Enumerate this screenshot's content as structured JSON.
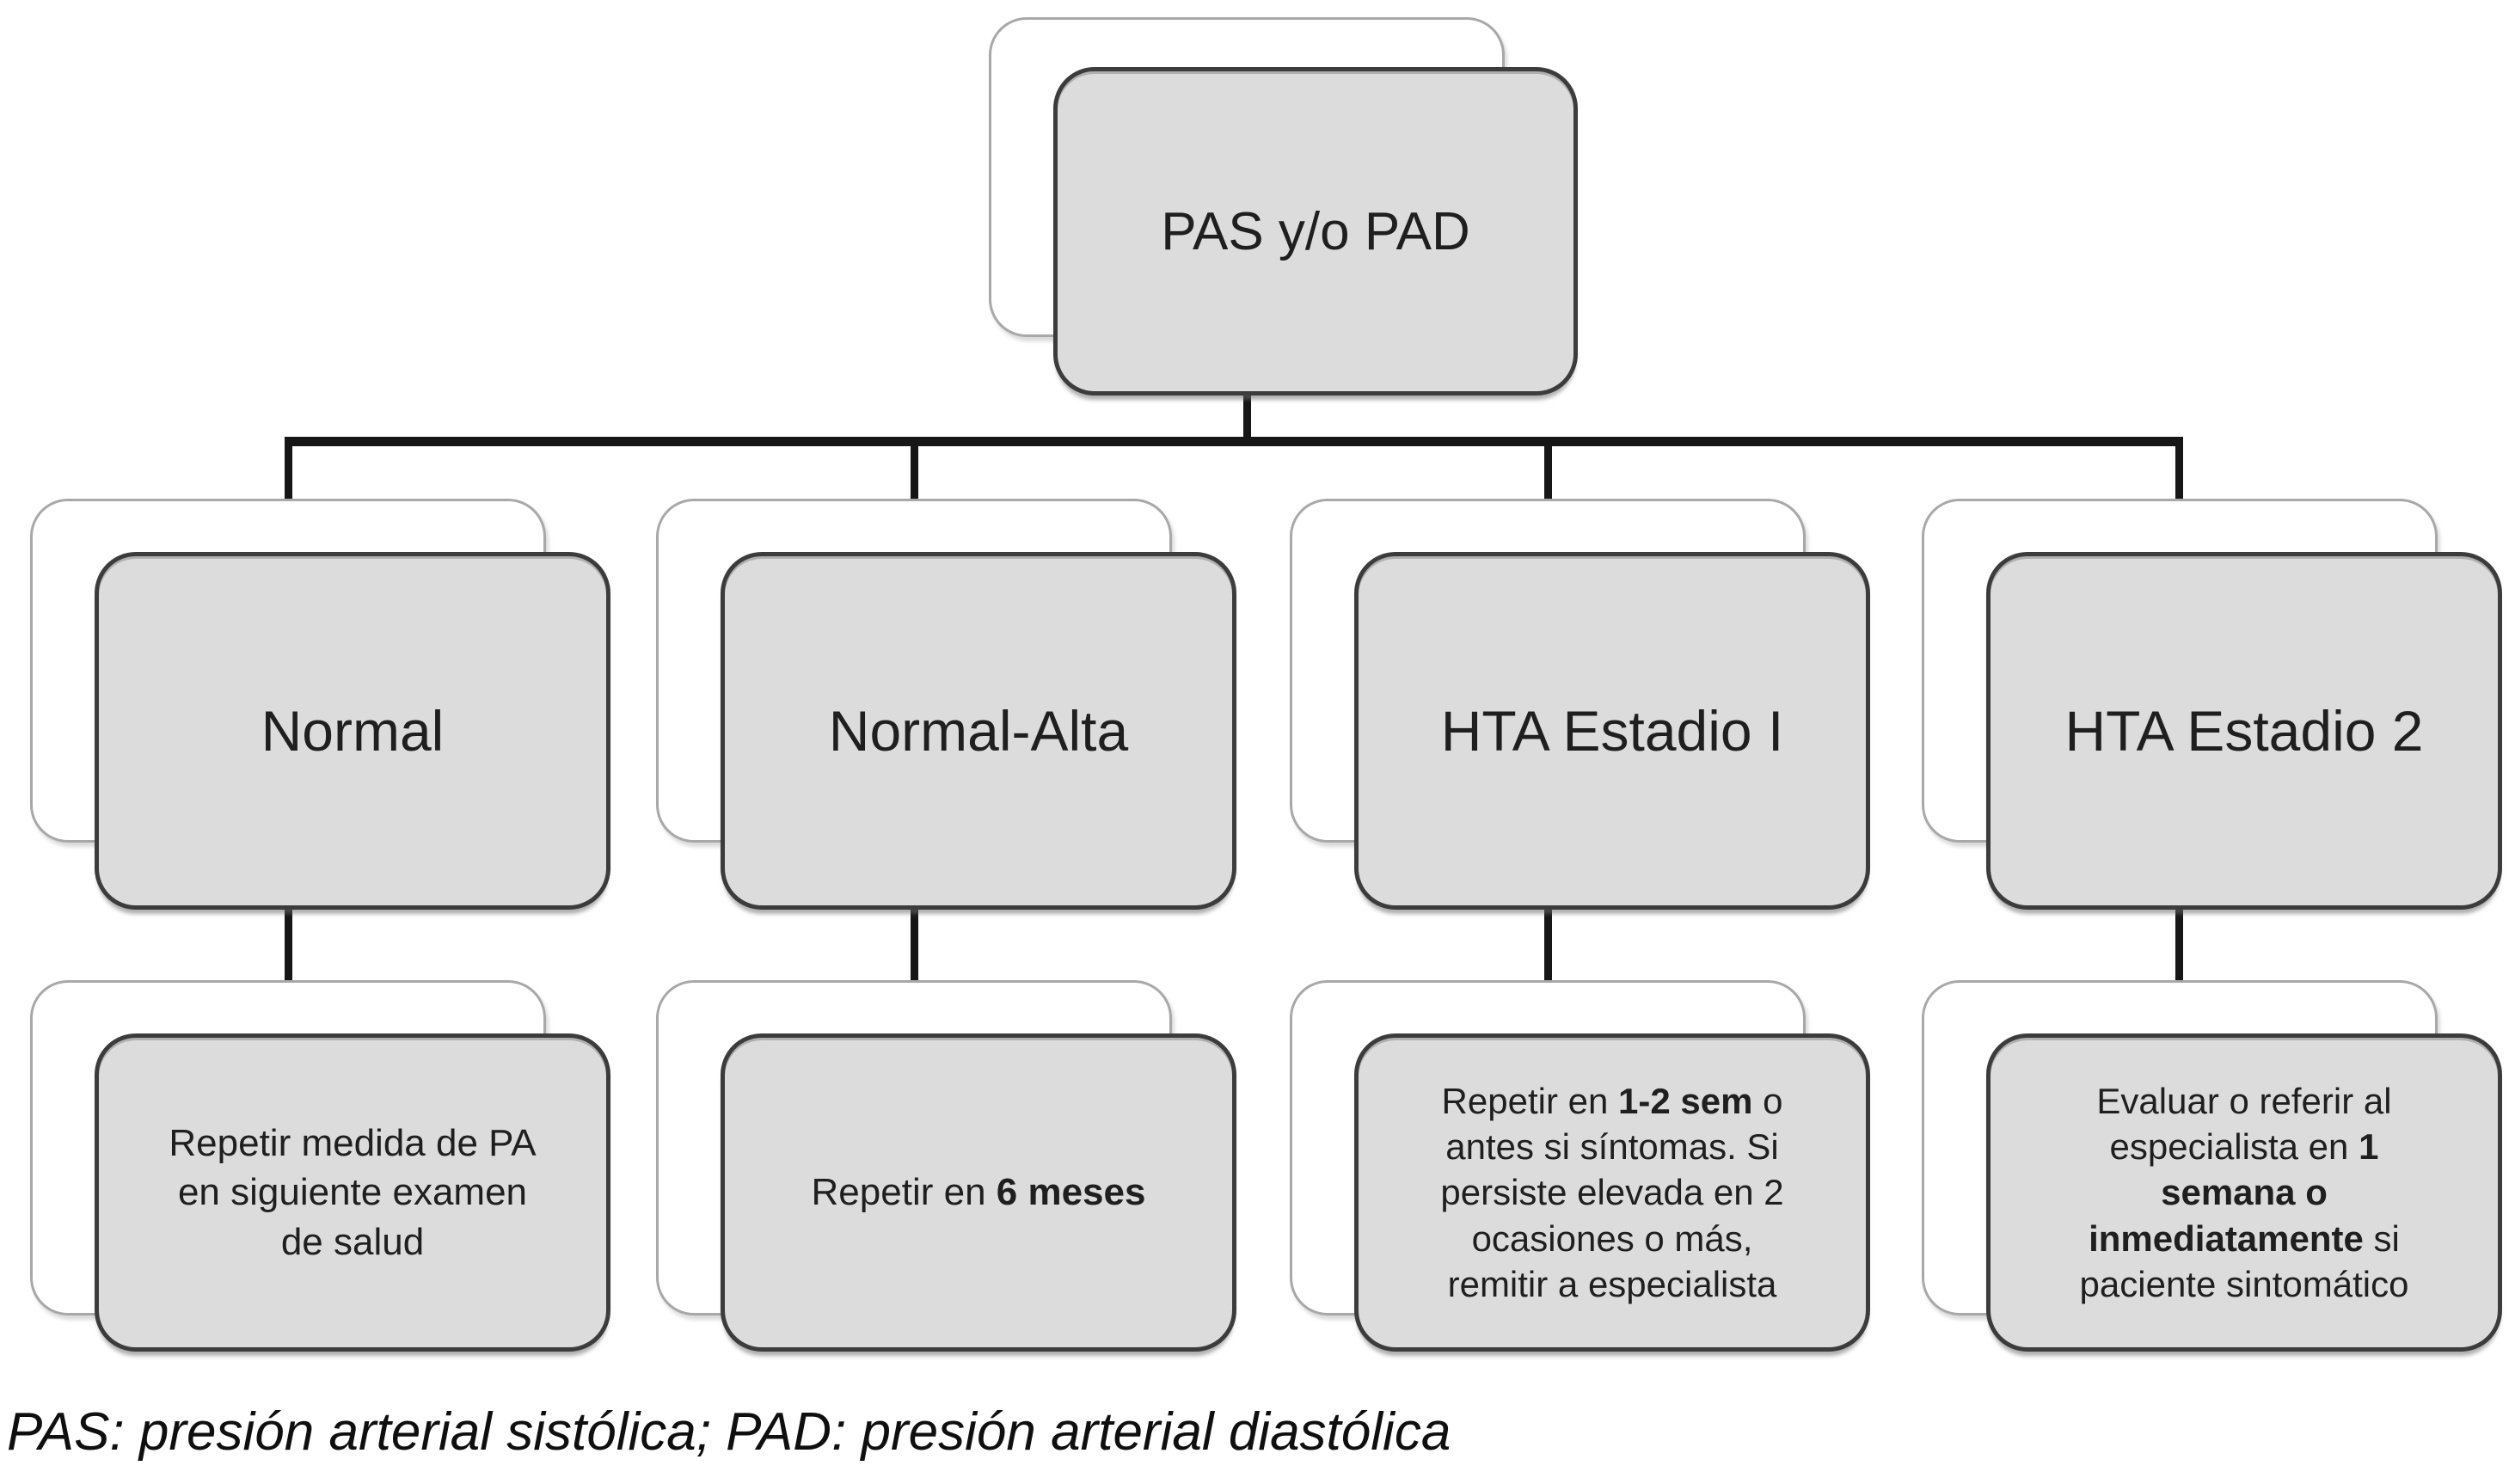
{
  "diagram": {
    "root": {
      "label": "PAS y/o PAD"
    },
    "branches": [
      {
        "category": "Normal",
        "action": [
          {
            "t": "Repetir medida de PA\nen siguiente examen\nde salud"
          }
        ]
      },
      {
        "category": "Normal-Alta",
        "action": [
          {
            "t": "Repetir en "
          },
          {
            "t": "6 meses",
            "b": true
          }
        ]
      },
      {
        "category": "HTA Estadio I",
        "action": [
          {
            "t": "Repetir en "
          },
          {
            "t": "1-2 sem",
            "b": true
          },
          {
            "t": " o\nantes si síntomas. Si\npersiste elevada en 2\nocasiones o más,\nremitir a especialista"
          }
        ]
      },
      {
        "category": "HTA Estadio 2",
        "action": [
          {
            "t": "Evaluar o referir al\nespecialista en "
          },
          {
            "t": "1\nsemana o\ninmediatamente",
            "b": true
          },
          {
            "t": " si\npaciente sintomático"
          }
        ]
      }
    ],
    "footnote": "PAS: presión arterial sistólica; PAD: presión arterial diastólica"
  },
  "colors": {
    "box_fill": "#dcdcdc",
    "box_border": "#3c3c3c",
    "shadow_border": "#a8a8a8",
    "connector": "#161616"
  }
}
